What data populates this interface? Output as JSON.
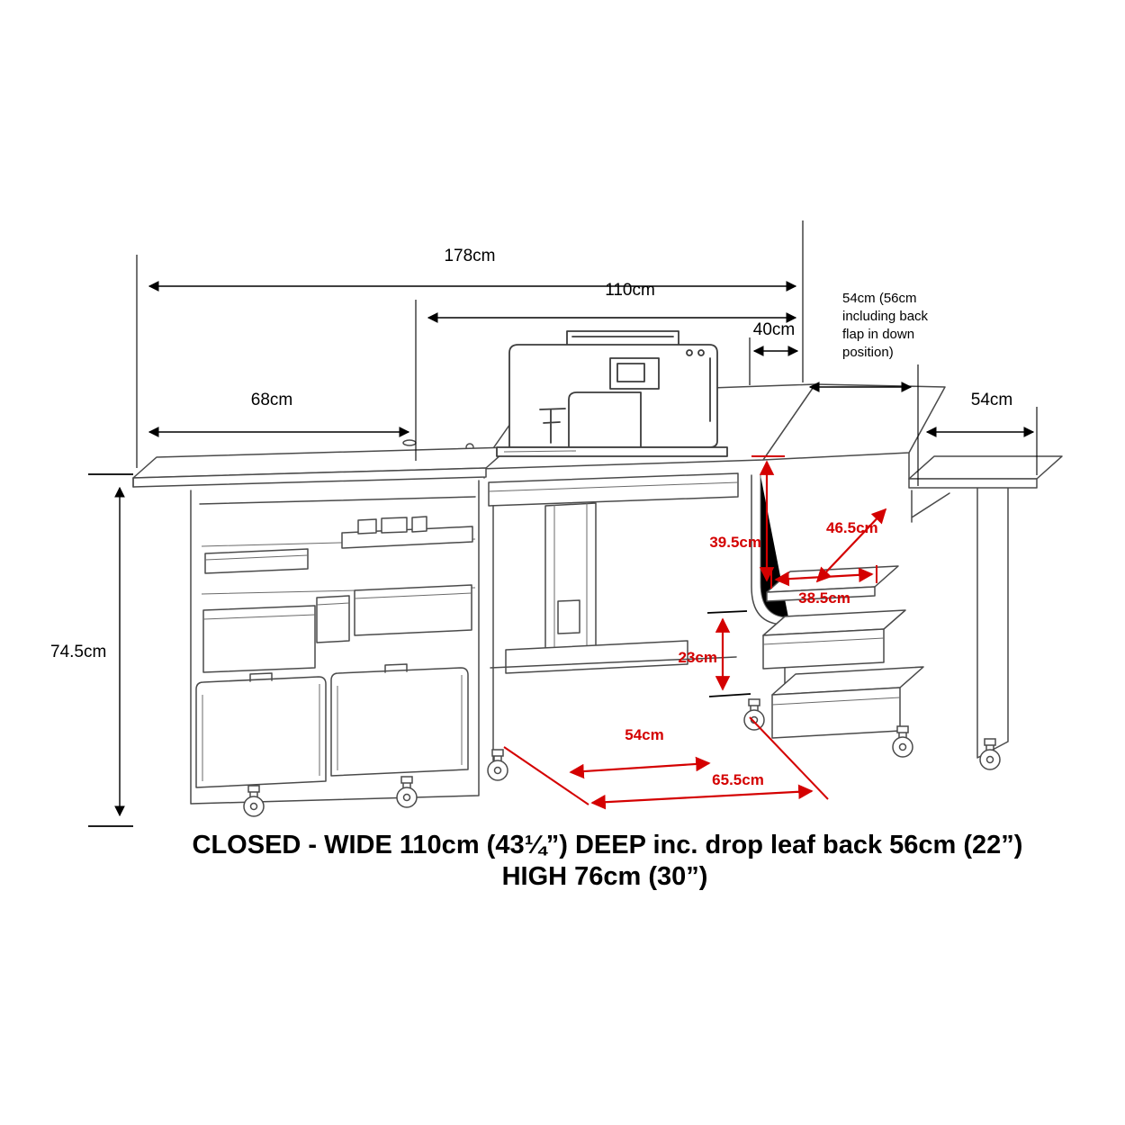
{
  "diagram": {
    "dims_black": {
      "width_total": "178cm",
      "width_closed": "110cm",
      "depth_back": "40cm",
      "note": [
        "54cm (56cm",
        "including back",
        "flap in down",
        "position)"
      ],
      "right_leaf": "54cm",
      "left_leaf": "68cm",
      "height": "74.5cm"
    },
    "dims_red": {
      "shelf_diagonal": "46.5cm",
      "shelf_height": "39.5cm",
      "shelf_width": "38.5cm",
      "knee_gap": "23cm",
      "knee_width": "54cm",
      "knee_depth": "65.5cm"
    },
    "caption": {
      "line1": "CLOSED - WIDE 110cm (43¼”) DEEP inc. drop leaf back 56cm (22”)",
      "line2": "HIGH 76cm (30”)"
    },
    "colors": {
      "red": "#d40000",
      "outline": "#4a4a4a",
      "dimension": "#000000",
      "background": "#ffffff"
    }
  }
}
